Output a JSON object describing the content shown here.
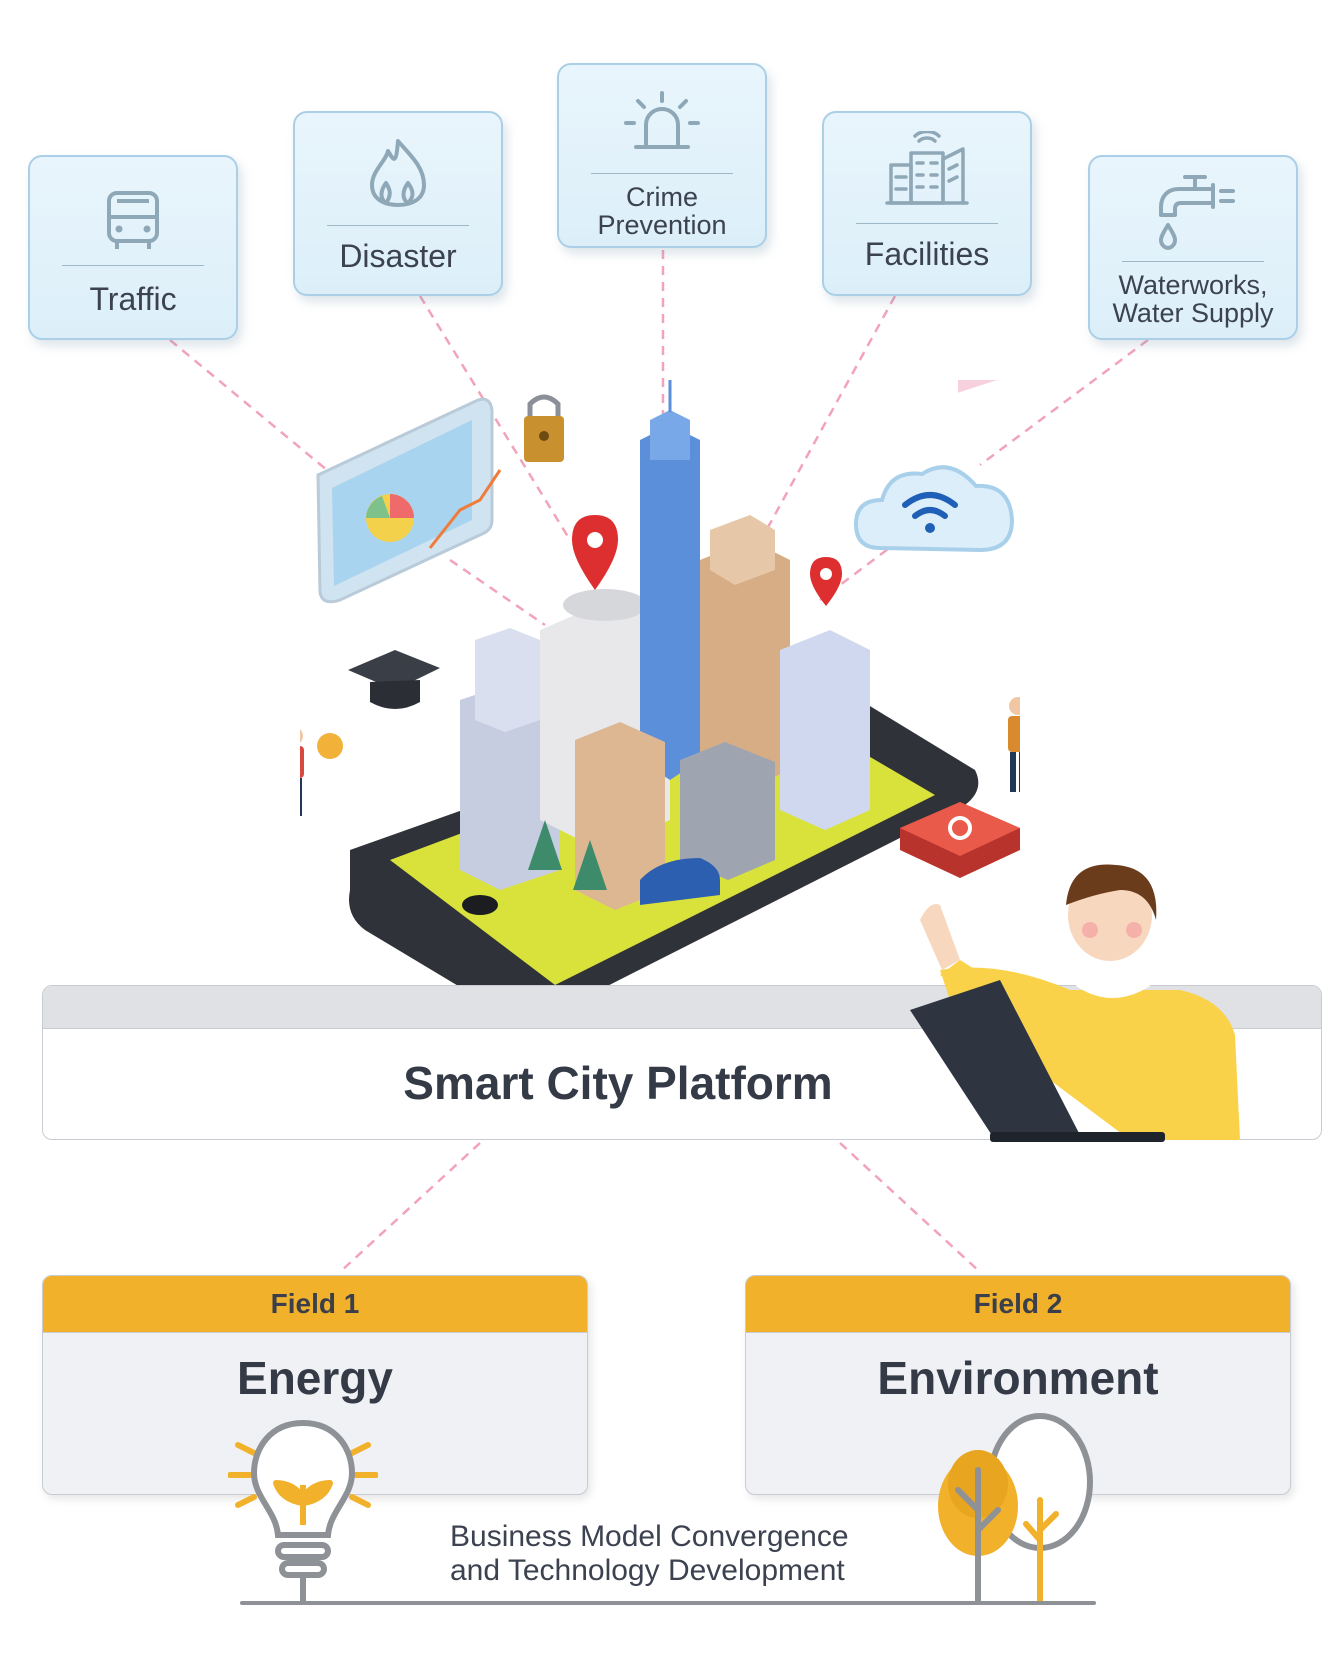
{
  "services": [
    {
      "id": "traffic",
      "label": "Traffic",
      "icon": "bus-icon"
    },
    {
      "id": "disaster",
      "label": "Disaster",
      "icon": "fire-icon"
    },
    {
      "id": "crime",
      "label": "Crime\nPrevention",
      "icon": "siren-icon"
    },
    {
      "id": "facilities",
      "label": "Facilities",
      "icon": "building-icon"
    },
    {
      "id": "water",
      "label": "Waterworks,\nWater Supply",
      "icon": "faucet-icon"
    }
  ],
  "platform": {
    "title": "Smart City Platform"
  },
  "fields": [
    {
      "tag": "Field 1",
      "name": "Energy",
      "icon": "lightbulb-icon"
    },
    {
      "tag": "Field 2",
      "name": "Environment",
      "icon": "tree-icon"
    }
  ],
  "footer": {
    "text": "Business Model Convergence\nand Technology Development"
  },
  "colors": {
    "card_fill": "#dceff9",
    "card_border": "#aacfe6",
    "field_header": "#f1b12b",
    "connector": "#f2a3bc",
    "icon_stroke": "#8fa8b8"
  }
}
